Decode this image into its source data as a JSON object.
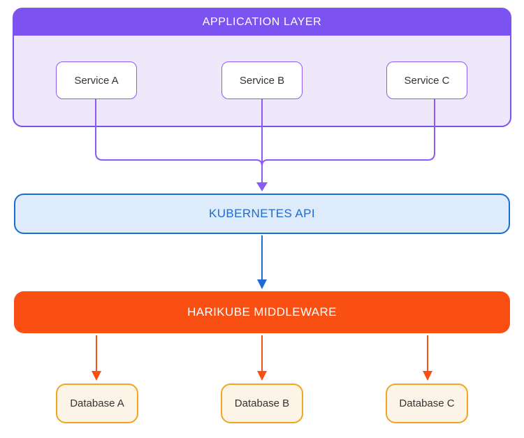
{
  "colors": {
    "purple": "#7C52F0",
    "purple_light": "#EFE8FB",
    "purple_line": "#8A5CF6",
    "blue": "#1D6BD6",
    "blue_fill": "#DDEBFA",
    "orange": "#F94F12",
    "amber": "#F0A71F",
    "cream": "#FCF5E7",
    "text_dark": "#333333"
  },
  "application_layer": {
    "title": "APPLICATION LAYER",
    "services": [
      {
        "label": "Service A"
      },
      {
        "label": "Service B"
      },
      {
        "label": "Service C"
      }
    ]
  },
  "kubernetes_api": {
    "label": "KUBERNETES API"
  },
  "middleware": {
    "label": "HARIKUBE MIDDLEWARE"
  },
  "databases": [
    {
      "label": "Database A"
    },
    {
      "label": "Database B"
    },
    {
      "label": "Database C"
    }
  ]
}
